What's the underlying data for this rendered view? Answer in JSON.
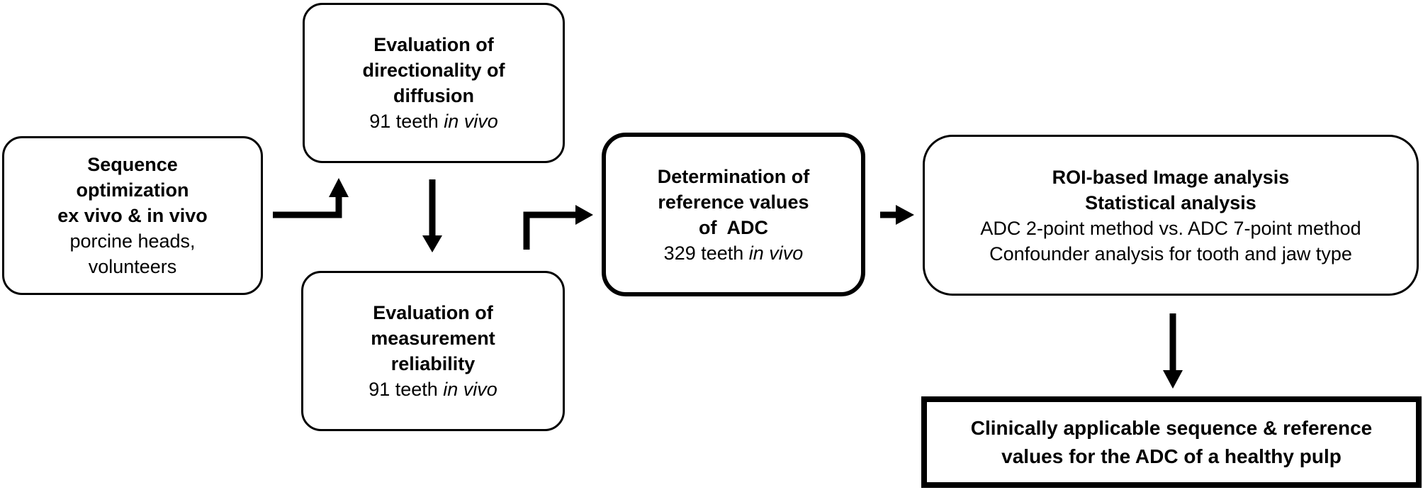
{
  "figure": {
    "background_color": "#ffffff",
    "ink_color": "#000000"
  },
  "boxes": {
    "sequence": {
      "bold_lines": [
        "Sequence",
        "optimization",
        "ex vivo & in vivo"
      ],
      "normal_lines": [
        "porcine heads,",
        "volunteers"
      ]
    },
    "directionality": {
      "bold_lines": [
        "Evaluation of",
        "directionality of",
        "diffusion"
      ],
      "sample": "91 teeth ",
      "sample_italic": "in vivo"
    },
    "reliability": {
      "bold_lines": [
        "Evaluation of",
        "measurement",
        "reliability"
      ],
      "sample": "91 teeth ",
      "sample_italic": "in vivo"
    },
    "determination": {
      "bold_lines": [
        "Determination of",
        "reference values",
        "of  ADC"
      ],
      "sample": "329 teeth ",
      "sample_italic": "in vivo"
    },
    "roi_analysis": {
      "bold_lines": [
        "ROI-based Image analysis",
        "Statistical analysis"
      ],
      "normal_lines": [
        "ADC 2-point method vs. ADC 7-point method",
        "Confounder analysis for tooth and jaw type"
      ]
    },
    "conclusion": {
      "bold_lines": [
        "Clinically applicable sequence & reference",
        "values for the ADC of a healthy pulp"
      ]
    }
  }
}
